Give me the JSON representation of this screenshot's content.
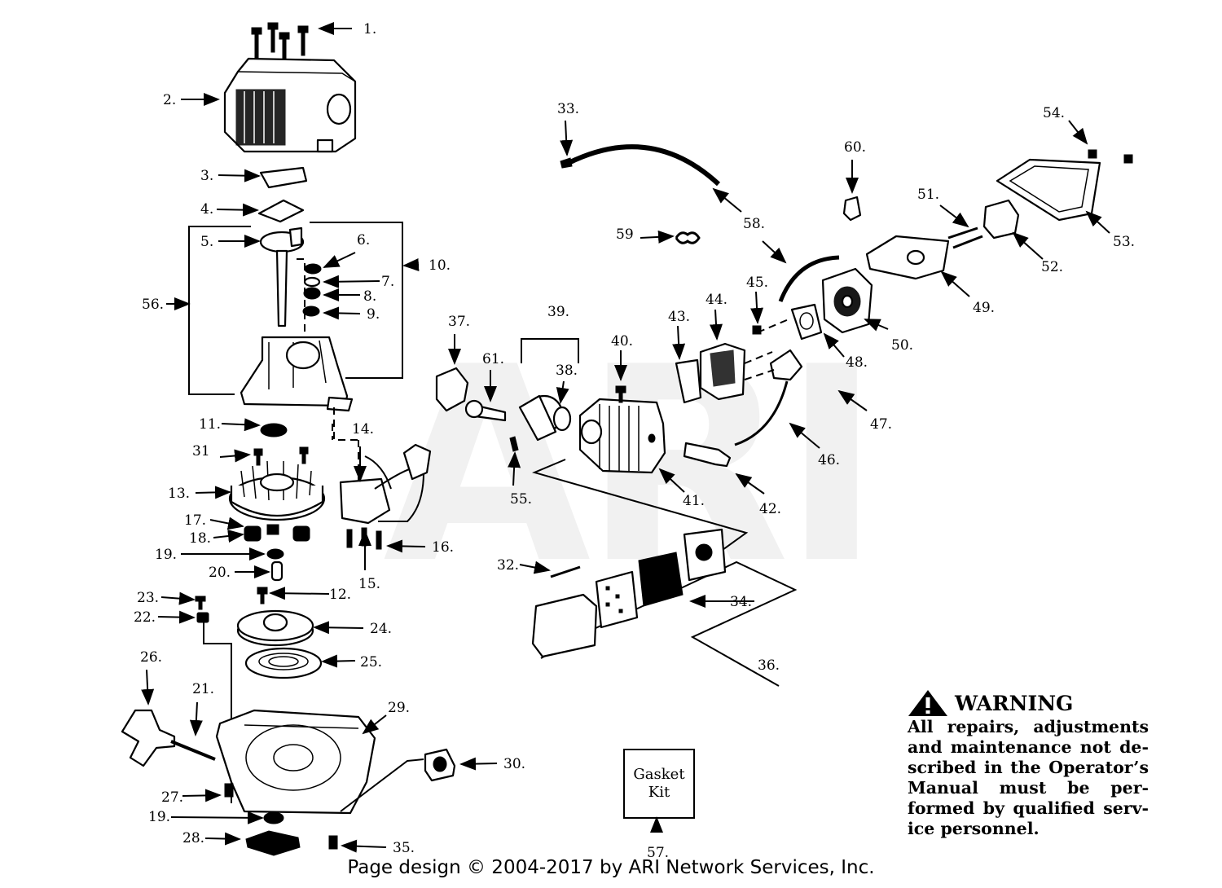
{
  "watermark": "ARI",
  "callouts": [
    {
      "id": "1",
      "text": "1."
    },
    {
      "id": "2",
      "text": "2."
    },
    {
      "id": "3",
      "text": "3."
    },
    {
      "id": "4",
      "text": "4."
    },
    {
      "id": "5",
      "text": "5."
    },
    {
      "id": "6",
      "text": "6."
    },
    {
      "id": "7",
      "text": "7."
    },
    {
      "id": "8",
      "text": "8."
    },
    {
      "id": "9",
      "text": "9."
    },
    {
      "id": "10",
      "text": "10."
    },
    {
      "id": "11",
      "text": "11."
    },
    {
      "id": "12",
      "text": "12."
    },
    {
      "id": "13",
      "text": "13."
    },
    {
      "id": "14",
      "text": "14."
    },
    {
      "id": "15",
      "text": "15."
    },
    {
      "id": "16",
      "text": "16."
    },
    {
      "id": "17",
      "text": "17."
    },
    {
      "id": "18",
      "text": "18."
    },
    {
      "id": "19a",
      "text": "19."
    },
    {
      "id": "19b",
      "text": "19."
    },
    {
      "id": "20",
      "text": "20."
    },
    {
      "id": "21",
      "text": "21."
    },
    {
      "id": "22",
      "text": "22."
    },
    {
      "id": "23",
      "text": "23."
    },
    {
      "id": "24",
      "text": "24."
    },
    {
      "id": "25",
      "text": "25."
    },
    {
      "id": "26",
      "text": "26."
    },
    {
      "id": "27",
      "text": "27."
    },
    {
      "id": "28",
      "text": "28."
    },
    {
      "id": "29",
      "text": "29."
    },
    {
      "id": "30",
      "text": "30."
    },
    {
      "id": "31",
      "text": "31"
    },
    {
      "id": "32",
      "text": "32."
    },
    {
      "id": "33",
      "text": "33."
    },
    {
      "id": "34",
      "text": "34."
    },
    {
      "id": "35",
      "text": "35."
    },
    {
      "id": "36",
      "text": "36."
    },
    {
      "id": "37",
      "text": "37."
    },
    {
      "id": "38",
      "text": "38."
    },
    {
      "id": "39",
      "text": "39."
    },
    {
      "id": "40",
      "text": "40."
    },
    {
      "id": "41",
      "text": "41."
    },
    {
      "id": "42",
      "text": "42."
    },
    {
      "id": "43",
      "text": "43."
    },
    {
      "id": "44",
      "text": "44."
    },
    {
      "id": "45",
      "text": "45."
    },
    {
      "id": "46",
      "text": "46."
    },
    {
      "id": "47",
      "text": "47."
    },
    {
      "id": "48",
      "text": "48."
    },
    {
      "id": "49",
      "text": "49."
    },
    {
      "id": "50",
      "text": "50."
    },
    {
      "id": "51",
      "text": "51."
    },
    {
      "id": "52",
      "text": "52."
    },
    {
      "id": "53",
      "text": "53."
    },
    {
      "id": "54",
      "text": "54."
    },
    {
      "id": "55",
      "text": "55."
    },
    {
      "id": "56",
      "text": "56."
    },
    {
      "id": "57",
      "text": "57."
    },
    {
      "id": "58",
      "text": "58."
    },
    {
      "id": "59",
      "text": "59"
    },
    {
      "id": "60",
      "text": "60."
    },
    {
      "id": "61",
      "text": "61."
    }
  ],
  "gasket_kit": {
    "line1": "Gasket",
    "line2": "Kit"
  },
  "warning": {
    "title": "WARNING",
    "lines": [
      "All repairs, adjustments",
      "and maintenance not de-",
      "scribed in the Operator’s",
      "Manual must be per-",
      "formed by qualified serv-",
      "ice personnel."
    ]
  },
  "footer": "Page design © 2004-2017 by ARI Network Services, Inc."
}
